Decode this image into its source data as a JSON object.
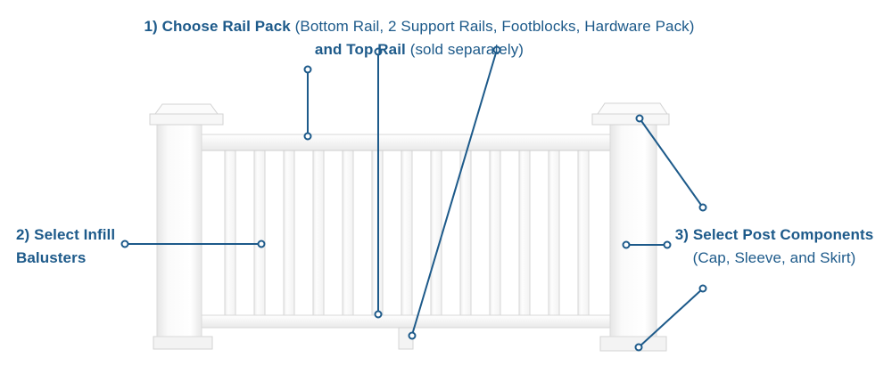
{
  "callout_1": {
    "bold_1": "1) Choose Rail Pack",
    "regular_1": " (Bottom Rail, 2 Support Rails, Footblocks, Hardware Pack)",
    "bold_2": "and Top Rail",
    "regular_2": " (sold separately)"
  },
  "callout_2": {
    "line_1": "2) Select Infill",
    "line_2": "Balusters"
  },
  "callout_3": {
    "line_1": "3) Select Post Components",
    "line_2": "(Cap, Sleeve, and Skirt)"
  },
  "colors": {
    "callout": "#1d5a8a",
    "rail": "#f7f7f7",
    "outline": "#d9d9d9"
  }
}
